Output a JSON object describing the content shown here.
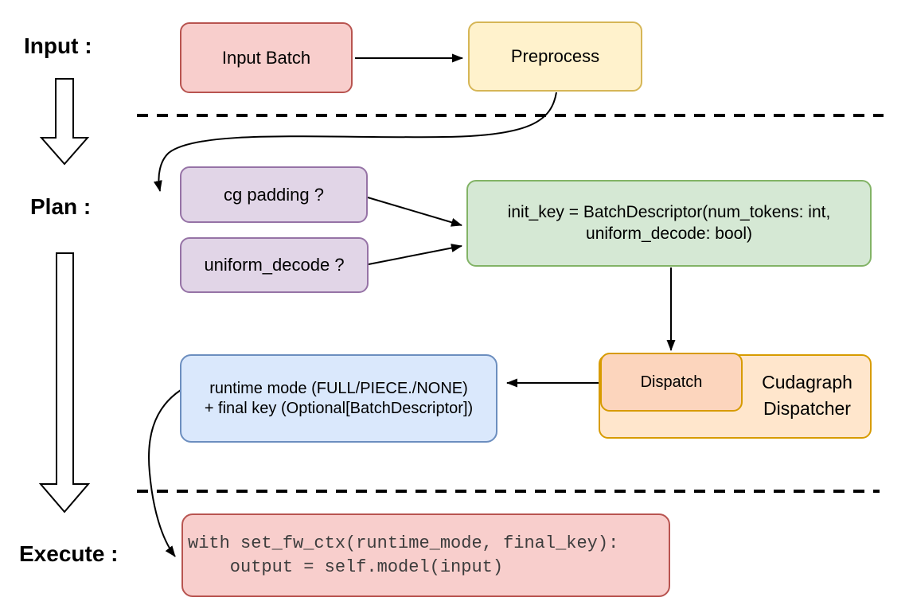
{
  "stage_labels": {
    "input": "Input :",
    "plan": "Plan :",
    "execute": "Execute :"
  },
  "nodes": {
    "input_batch": "Input Batch",
    "preprocess": "Preprocess",
    "cg_padding": "cg padding ?",
    "uniform_decode": "uniform_decode ?",
    "init_key_line1": "init_key = BatchDescriptor(num_tokens: int,",
    "init_key_line2": "uniform_decode: bool)",
    "dispatch": "Dispatch",
    "dispatcher_line1": "Cudagraph",
    "dispatcher_line2": "Dispatcher",
    "runtime_line1": "runtime mode (FULL/PIECE./NONE)",
    "runtime_line2": "+ final key (Optional[BatchDescriptor])",
    "code_line1": "with set_fw_ctx(runtime_mode, final_key):",
    "code_line2": "    output = self.model(input)"
  },
  "colors": {
    "red_fill": "#f8cecc",
    "red_stroke": "#b85450",
    "yellow_fill": "#fff2cc",
    "yellow_stroke": "#d6b656",
    "purple_fill": "#e1d5e7",
    "purple_stroke": "#9673a6",
    "green_fill": "#d5e8d4",
    "green_stroke": "#82b366",
    "blue_fill": "#dae8fc",
    "blue_stroke": "#6c8ebf",
    "orange_fill": "#ffe6cc",
    "orange_stroke": "#d79b00",
    "peach_fill": "#fcd5bd",
    "connector": "#000000"
  }
}
